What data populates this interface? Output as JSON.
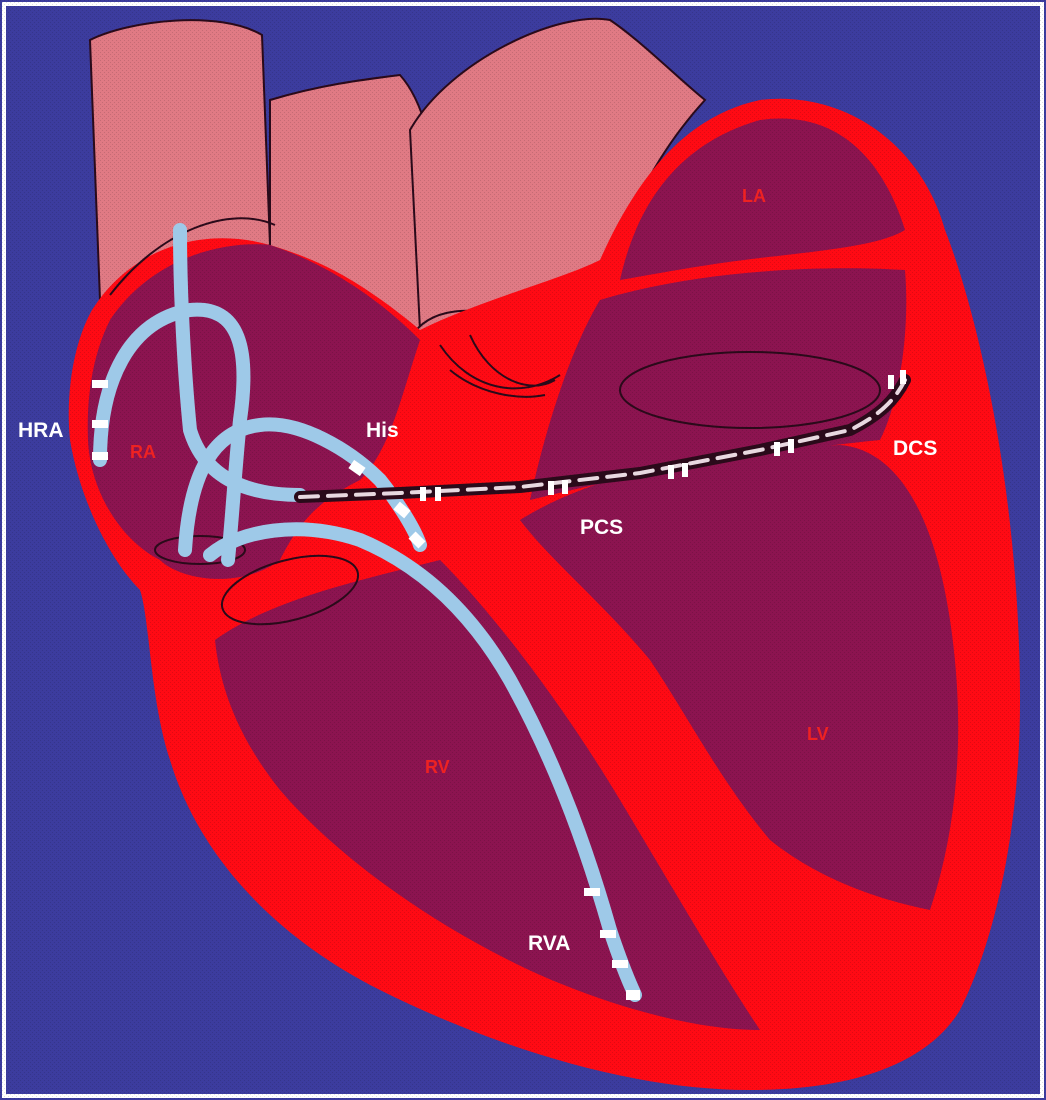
{
  "colors": {
    "background": "#3c3c9e",
    "myocardium": "#ff0a14",
    "chamber": "#8c1450",
    "vessel": "#e07a84",
    "catheter": "#9ec9e8",
    "electrode": "#ffffff",
    "outline": "#2a0a1a"
  },
  "labels": {
    "hra": "HRA",
    "ra": "RA",
    "his": "His",
    "la": "LA",
    "dcs": "DCS",
    "pcs": "PCS",
    "rv": "RV",
    "lv": "LV",
    "rva": "RVA"
  }
}
